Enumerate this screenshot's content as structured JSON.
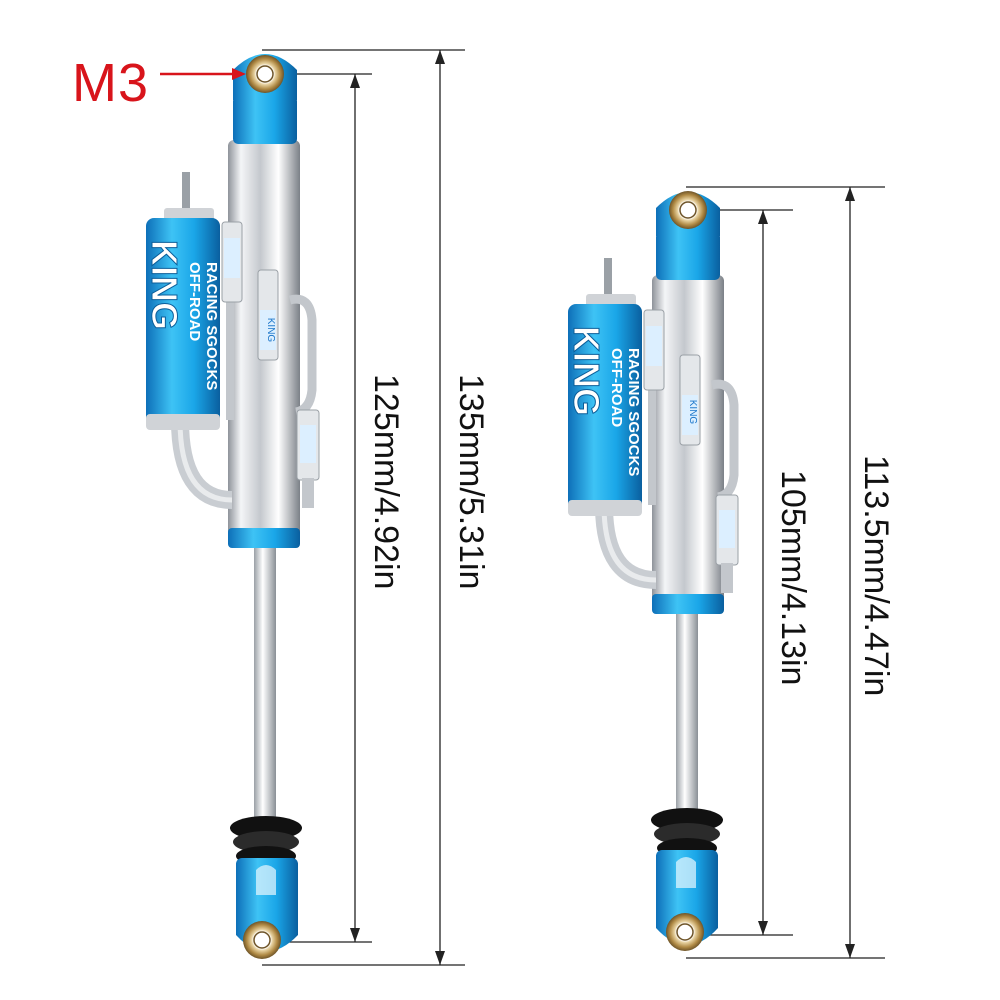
{
  "callout": {
    "label": "M3"
  },
  "left_shock": {
    "brand": "KING",
    "subtitle_line1": "OFF-ROAD",
    "subtitle_line2": "RACING SGOCKS",
    "small_label": "KING",
    "dim_inner": "125mm/4.92in",
    "dim_outer": "135mm/5.31in"
  },
  "right_shock": {
    "brand": "KING",
    "subtitle_line1": "OFF-ROAD",
    "subtitle_line2": "RACING SGOCKS",
    "small_label": "KING",
    "dim_inner": "105mm/4.13in",
    "dim_outer": "113.5mm/4.47in"
  },
  "colors": {
    "anodized_blue": "#1aa6e8",
    "callout_red": "#d8141b",
    "chrome": "#d9dbde",
    "rubber": "#1a1a1a",
    "brass": "#c9a25a"
  }
}
